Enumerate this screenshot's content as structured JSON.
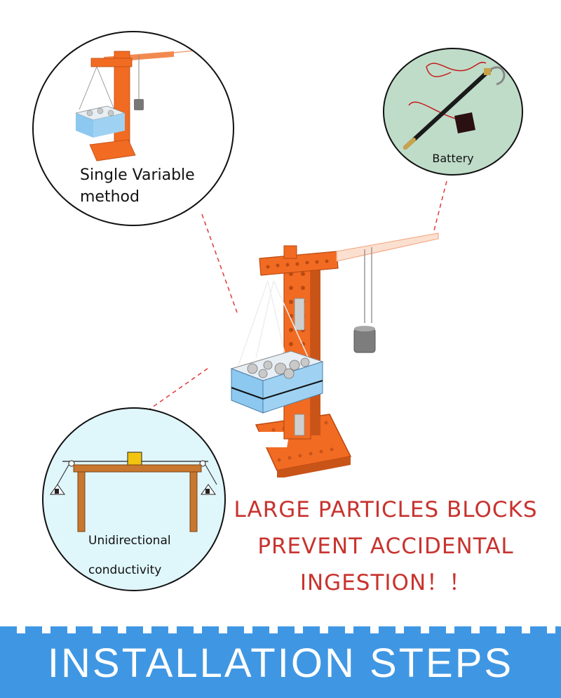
{
  "callouts": {
    "method": {
      "line1": "Single Variable",
      "line2": "method"
    },
    "battery": {
      "label": "Battery"
    },
    "conductivity": {
      "line1": "Unidirectional",
      "line2": "conductivity"
    }
  },
  "warning": {
    "line1": "LARGE PARTICLES BLOCKS",
    "line2": "PREVENT ACCIDENTAL",
    "line3": "INGESTION！！"
  },
  "banner": {
    "title": "INSTALLATION STEPS"
  },
  "colors": {
    "brick_orange": "#f26b22",
    "warning_red": "#c8332f",
    "banner_blue": "#3f97e3",
    "foam_blue": "#8cc8ef",
    "dashed_line": "#e03a3a"
  }
}
